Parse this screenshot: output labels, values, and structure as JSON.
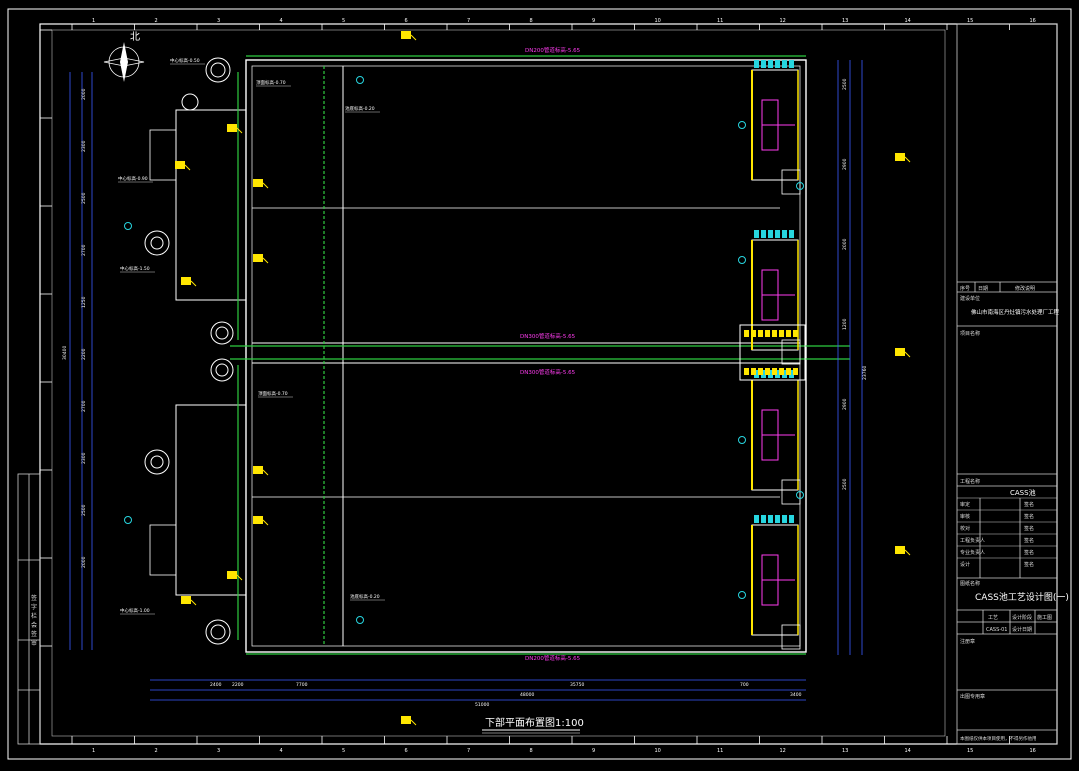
{
  "drawing": {
    "caption": "下部平面布置图1:100",
    "north_label": "北",
    "colors": {
      "background": "#000000",
      "frame": "#ffffff",
      "wall": "#ffffff",
      "pipe_green": "#2ecc40",
      "dim_blue": "#3a5bff",
      "tag_cyan": "#27d6e0",
      "tag_yellow": "#ffe600",
      "text_magenta": "#ff3cf0",
      "title_border": "#cfcfcf"
    },
    "pipe_labels": {
      "top": "DN200管道标高-5.65",
      "mid_upper": "DN300管道标高-5.65",
      "mid_lower": "DN300管道标高-5.65",
      "bottom": "DN200管道标高-5.65"
    },
    "elevation_labels": [
      "中心标高-0.50",
      "顶面标高-0.70",
      "池底标高-0.20",
      "中心标高-0.90",
      "中心标高-1.50",
      "顶面标高-0.70",
      "池底标高-0.20",
      "中心标高-1.00"
    ],
    "dimensions_bottom": [
      "2400",
      "2200",
      "7700",
      "35750",
      "48000",
      "51000",
      "700",
      "3400"
    ],
    "dimensions_left": [
      "2000",
      "2300",
      "2500",
      "2700",
      "1250",
      "2200",
      "2700",
      "2300",
      "2500",
      "2000",
      "30400"
    ],
    "dimensions_right": [
      "2500",
      "2900",
      "2000",
      "1200",
      "2900",
      "2500",
      "23760"
    ],
    "axis_numbers": [
      "1",
      "2",
      "3",
      "4",
      "5",
      "6",
      "7",
      "8",
      "9",
      "10",
      "11",
      "12",
      "13",
      "14",
      "15",
      "16"
    ]
  },
  "title_block": {
    "rev_header": [
      "序号",
      "日期",
      "修改说明"
    ],
    "client_label": "建设单位",
    "client": "佛山市南海区丹灶镇污水处理厂工程",
    "project_label": "项目名称",
    "eng_label": "工程名称",
    "eng_name": "CASS池",
    "signoffs": [
      {
        "role": "审定",
        "value": "签名"
      },
      {
        "role": "审核",
        "value": "签名"
      },
      {
        "role": "校对",
        "value": "签名"
      },
      {
        "role": "工程负责人",
        "value": "签名"
      },
      {
        "role": "专业负责人",
        "value": "签名"
      },
      {
        "role": "设计",
        "value": "签名"
      }
    ],
    "drawing_name_label": "图纸名称",
    "drawing_name": "CASS池工艺设计图(一)",
    "row_labels": [
      "工艺",
      "设计阶段",
      "施工图"
    ],
    "drawing_no": "CASS-01",
    "date_label": "设计日期",
    "stamp_label": "出图专用章",
    "registered_label": "注册章",
    "footer_note": "本图纸仅供本项目使用，不得另作他用"
  },
  "left_strip": [
    "签",
    "字",
    "栏",
    "会",
    "签",
    "审"
  ]
}
